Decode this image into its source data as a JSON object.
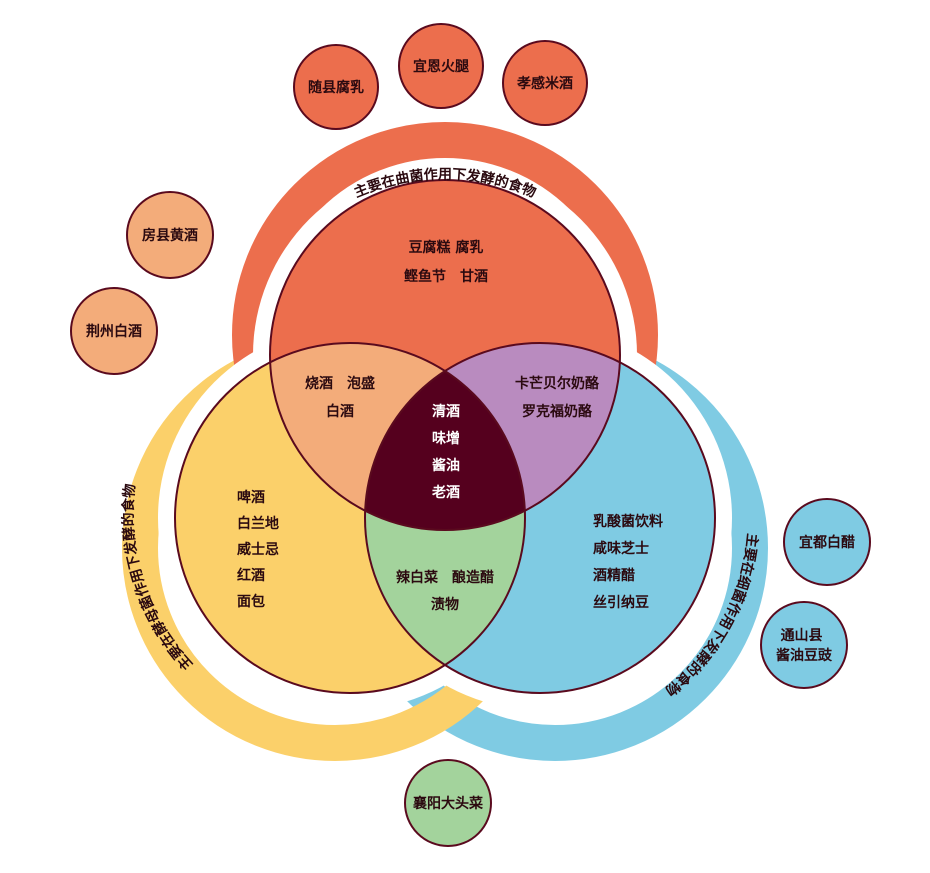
{
  "colors": {
    "outline": "#5a0a1e",
    "top": "#ec6e4d",
    "left": "#fbd06a",
    "right": "#7fcbe3",
    "top_left": "#f3ac7a",
    "top_right": "#b98bbf",
    "left_right": "#a3d39c",
    "center": "#55001e",
    "small_left": "#f3ac7a",
    "small_bottom": "#a3d39c"
  },
  "rings": {
    "top": "主要在曲菌作用下发酵的食物",
    "left": "主要在酵母菌作用下发酵的食物",
    "right": "主要在细菌作用下发酵的食物"
  },
  "regions": {
    "top": [
      "豆腐糕 腐乳",
      "鲣鱼节　甘酒"
    ],
    "top_left": [
      "烧酒　泡盛",
      "白酒"
    ],
    "top_right": [
      "卡芒贝尔奶酪",
      "罗克福奶酪"
    ],
    "center": [
      "清酒",
      "味增",
      "酱油",
      "老酒"
    ],
    "left": [
      "啤酒",
      "白兰地",
      "威士忌",
      "红酒",
      "面包"
    ],
    "left_right": [
      "辣白菜　酿造醋",
      "渍物"
    ],
    "right": [
      "乳酸菌饮料",
      "咸味芝士",
      "酒精醋",
      "丝引纳豆"
    ]
  },
  "satellites": {
    "top": [
      "随县腐乳",
      "宜恩火腿",
      "孝感米酒"
    ],
    "left": [
      "房县黄酒",
      "荆州白酒"
    ],
    "right": [
      "宜都白醋",
      "通山县\n酱油豆豉"
    ],
    "bottom": [
      "襄阳大头菜"
    ]
  }
}
